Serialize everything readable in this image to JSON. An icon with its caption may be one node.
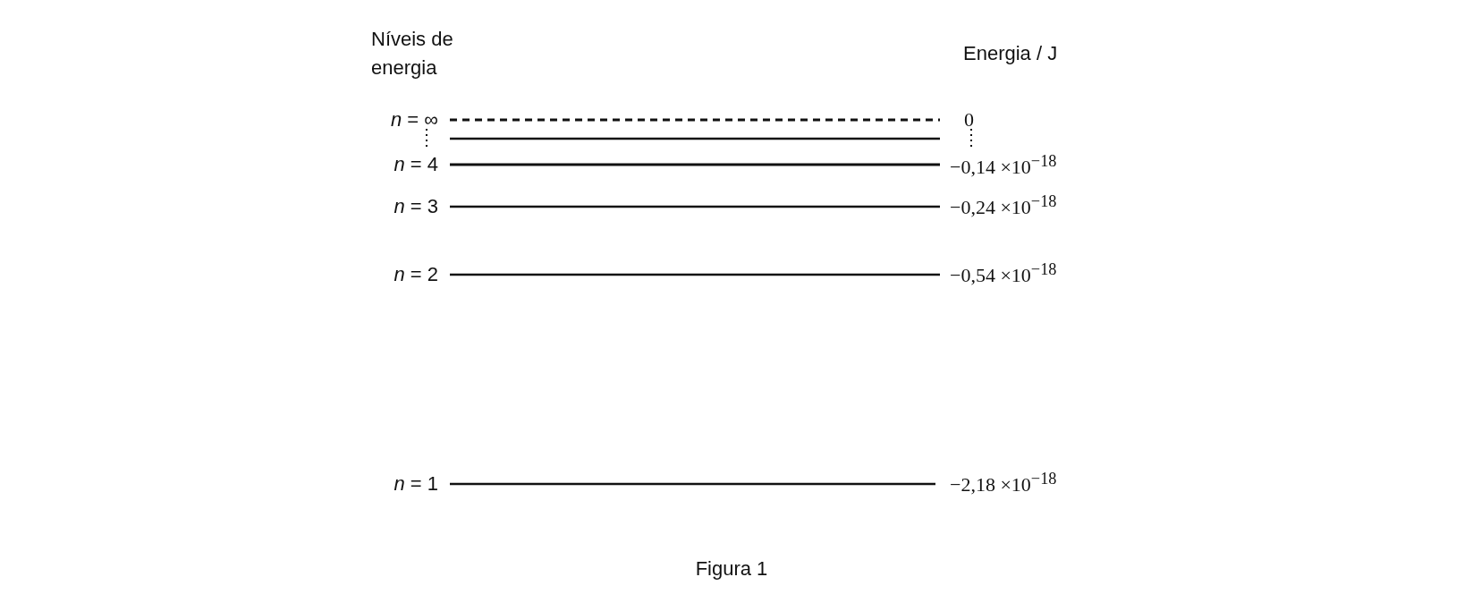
{
  "diagram": {
    "caption": "Figura 1",
    "labels": [
      "Níveis de energia",
      "Energia / J",
      "*n* = ∞",
      "0",
      "*n* = 4",
      "−0,14 ×10$^{−18}$",
      "*n* = 3",
      "−0,24 ×10$^{−18}$",
      "*n* = 2",
      "−0,54 ×10$^{−18}$",
      "*n* = 1",
      "−2,18 ×10$^{−18}$"
    ]
  }
}
